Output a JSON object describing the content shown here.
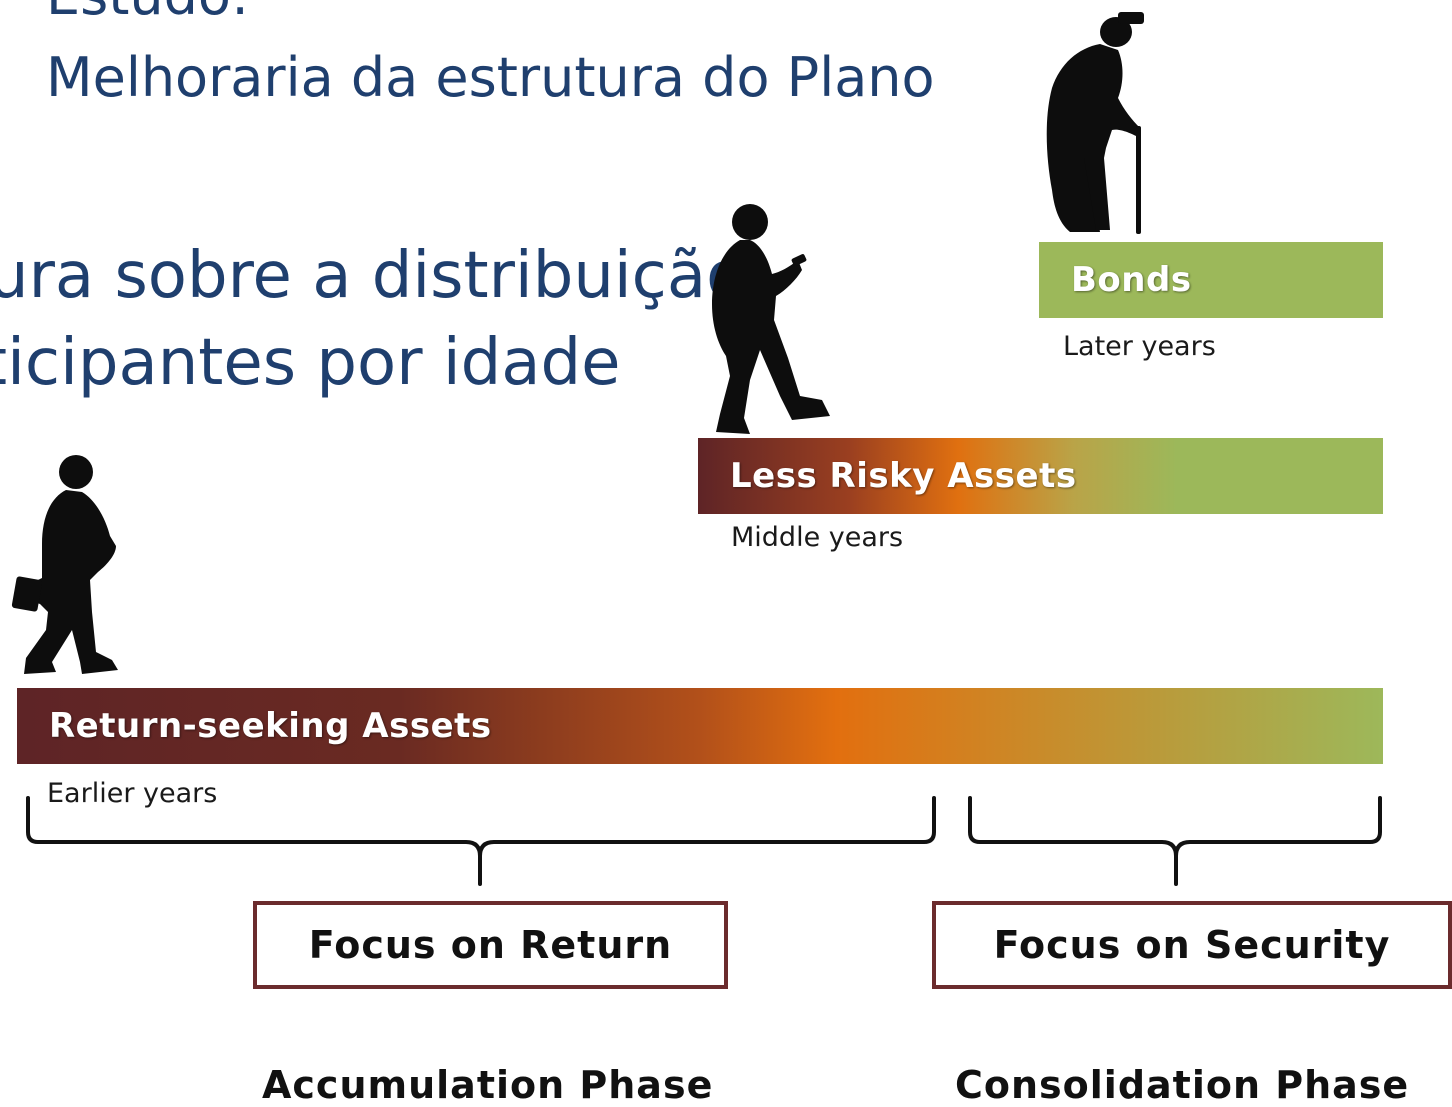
{
  "title": {
    "line1": "Estudo:",
    "line2": "Melhoraria da estrutura do Plano"
  },
  "subtitle": {
    "line1": "ura sobre a distribuição",
    "line2": "ticipantes por idade"
  },
  "bars": {
    "return_seeking": {
      "label": "Return-seeking Assets",
      "years": "Earlier years"
    },
    "less_risky": {
      "label": "Less Risky Assets",
      "years": "Middle years"
    },
    "bonds": {
      "label": "Bonds",
      "years": "Later years"
    }
  },
  "focus": {
    "return": "Focus on Return",
    "security": "Focus on Security"
  },
  "phases": {
    "accumulation": "Accumulation Phase",
    "consolidation": "Consolidation Phase"
  },
  "icons": [
    "young-businessman-silhouette-icon",
    "middle-aged-walking-silhouette-icon",
    "elderly-with-cane-silhouette-icon"
  ],
  "colors": {
    "title": "#1f3f6e",
    "bar_dark": "#5e2426",
    "bar_orange": "#e26f0f",
    "bar_green": "#9cb85a",
    "box_border": "#6b2b2d"
  }
}
